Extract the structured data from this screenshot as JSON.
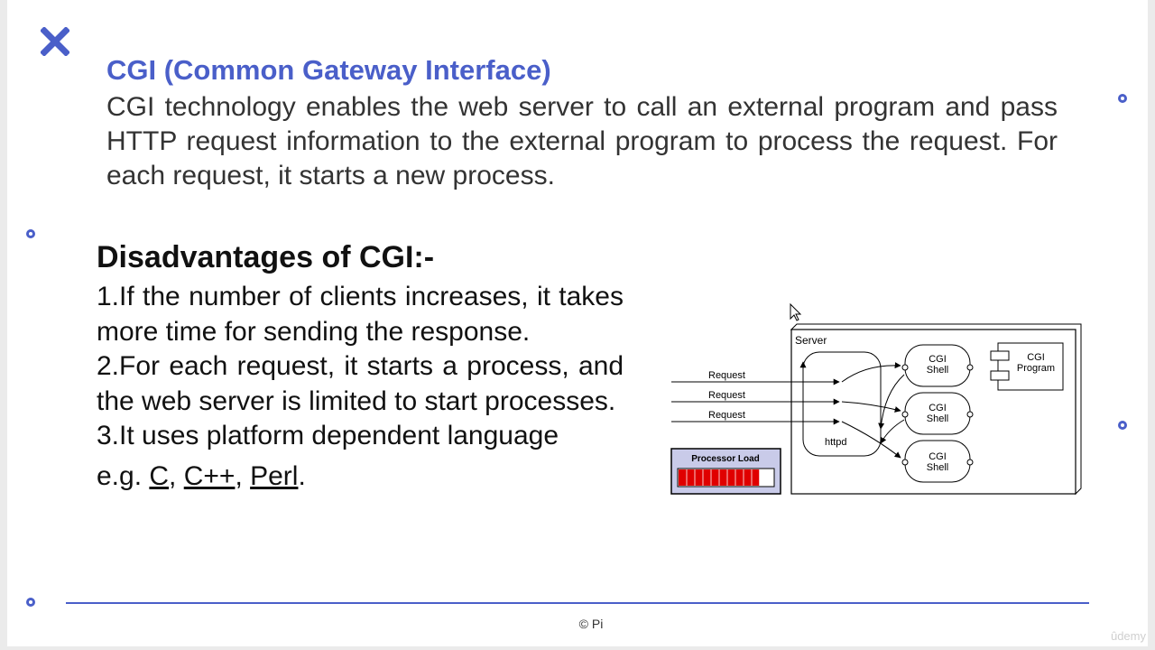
{
  "slide": {
    "title": "CGI (Common Gateway Interface)",
    "intro": "CGI technology enables the web server to call an external program and pass HTTP request information to the external program to process the request. For each request, it starts a new process.",
    "disadvantages_title": "Disadvantages of CGI:-",
    "points": [
      "1.If the number of clients increases, it takes more time for sending the response.",
      "2.For each request, it starts a process, and the web server is limited to start processes.",
      "3.It uses platform dependent language"
    ],
    "eg_prefix": "e.g. ",
    "languages": [
      "C",
      "C++",
      "Perl"
    ],
    "footer": "© Pi",
    "watermark": "ûdemy"
  },
  "diagram": {
    "server_label": "Server",
    "request_labels": [
      "Request",
      "Request",
      "Request"
    ],
    "httpd_label": "httpd",
    "shell_line1": "CGI",
    "shell_line2": "Shell",
    "program_line1": "CGI",
    "program_line2": "Program",
    "processor_label": "Processor Load",
    "processor_load": 0.85
  },
  "colors": {
    "accent": "#4a5fc9",
    "load_bar": "#e00000"
  }
}
